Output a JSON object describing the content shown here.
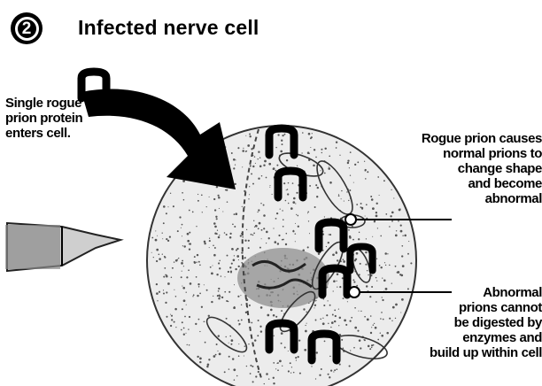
{
  "header": {
    "step_number": "2",
    "title": "Infected nerve cell"
  },
  "labels": {
    "single_rogue": "Single rogue\nprion protein\nenters cell.",
    "rogue_causes": "Rogue prion causes\nnormal prions to\nchange shape\nand become\nabnormal",
    "abnormal_prions": "Abnormal\nprions cannot\nbe digested by\nenzymes and\nbuild up within cell"
  },
  "colors": {
    "ink": "#000000",
    "paper": "#ffffff"
  }
}
